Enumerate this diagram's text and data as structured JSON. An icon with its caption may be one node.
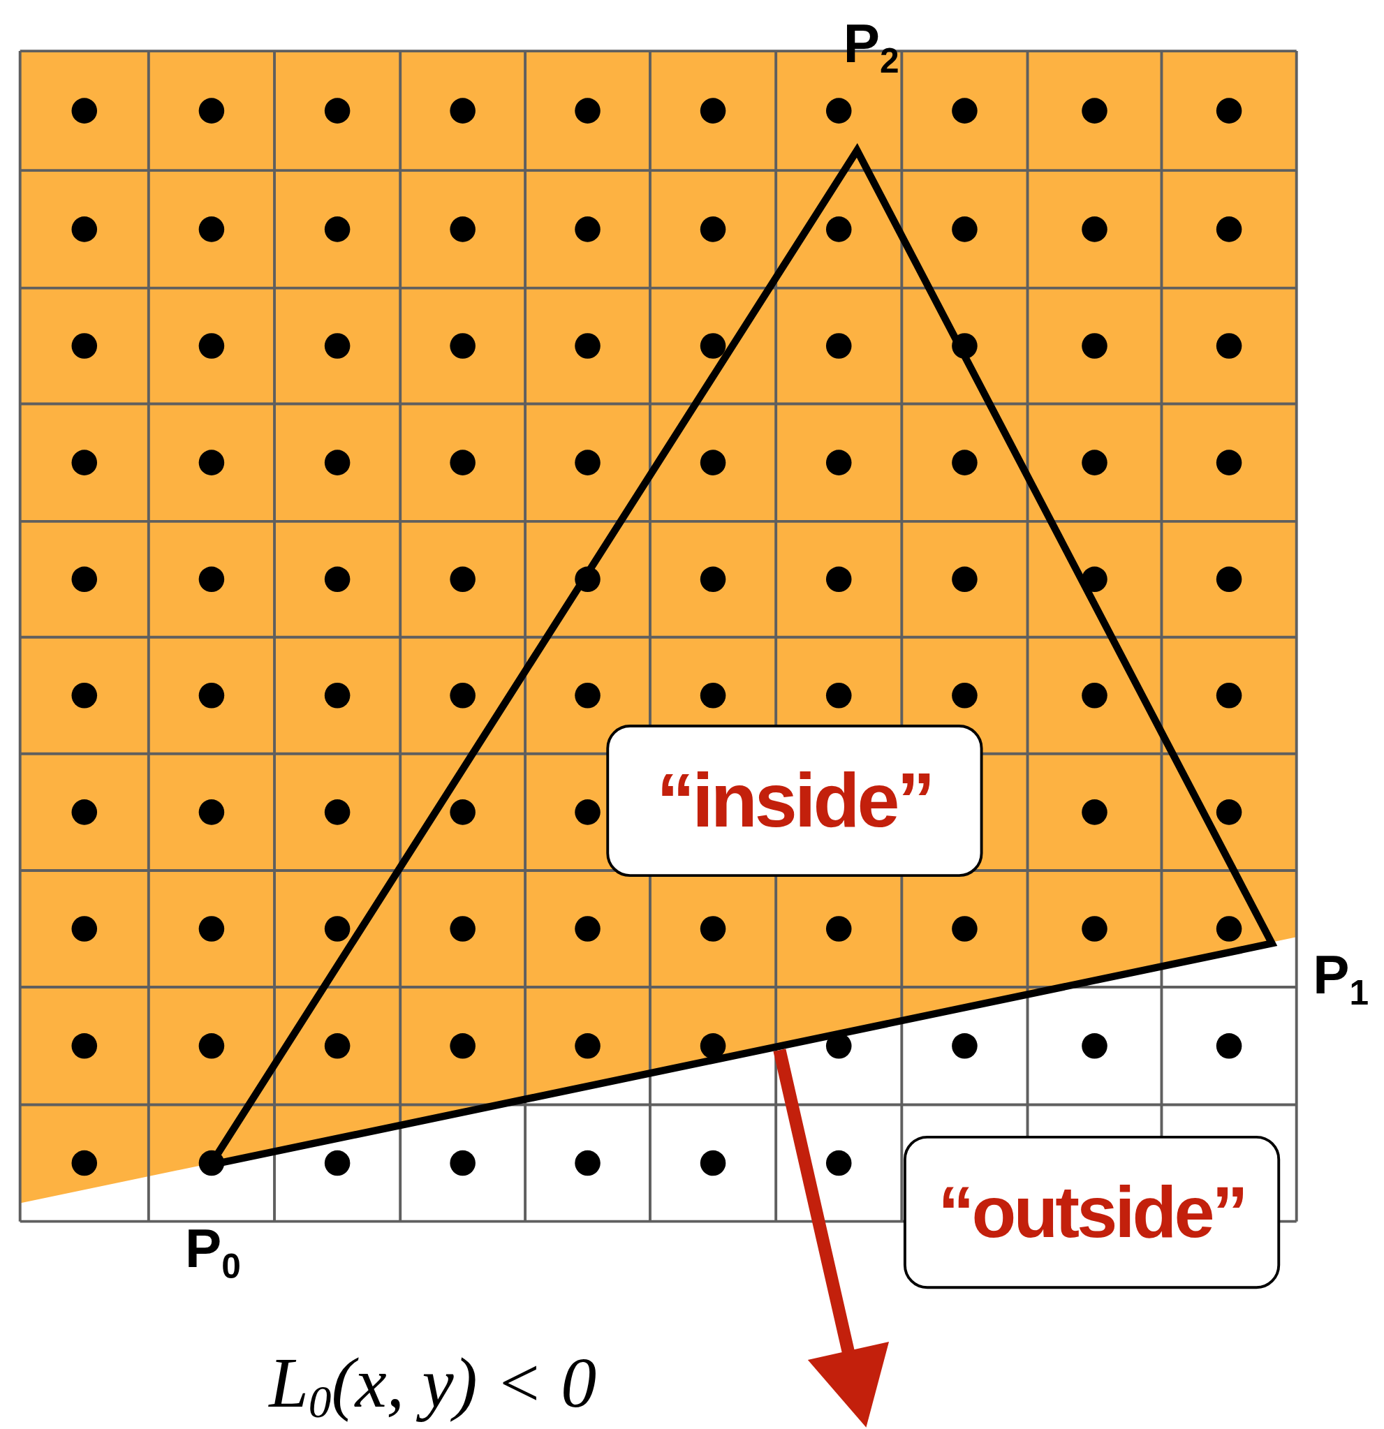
{
  "diagram": {
    "nodes": [
      {
        "text": [
          "“inside”"
        ]
      },
      {
        "text": [
          "“outside”"
        ]
      }
    ],
    "labels": [
      "P$_{2}$",
      "P$_{1}$",
      "P$_{0}$",
      "L$_{0}$(x, y) < 0"
    ]
  }
}
